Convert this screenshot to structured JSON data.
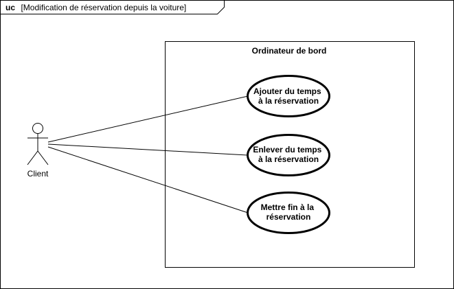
{
  "frame": {
    "keyword": "uc",
    "name": "[Modification de réservation depuis la voiture]"
  },
  "system": {
    "title": "Ordinateur de bord"
  },
  "actor": {
    "name": "Client"
  },
  "use_cases": [
    {
      "line1": "Ajouter du temps",
      "line2": "à la réservation"
    },
    {
      "line1": "Enlever du temps",
      "line2": "à la réservation"
    },
    {
      "line1": "Mettre fin à la",
      "line2": "réservation"
    }
  ],
  "colors": {
    "stroke": "#000000",
    "background": "#ffffff"
  }
}
